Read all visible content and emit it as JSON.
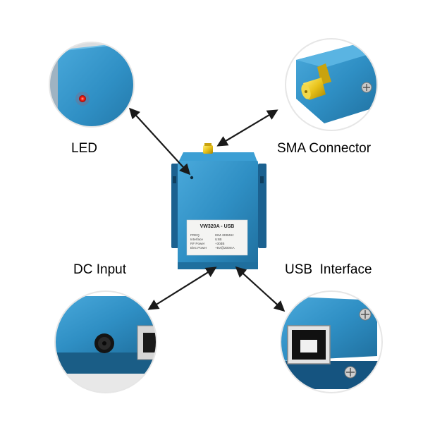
{
  "callouts": {
    "led": "LED",
    "sma": "SMA Connector",
    "dc": "DC Input",
    "usb": "USB  Interface"
  },
  "plate": {
    "title": "VW320A - USB",
    "specs": [
      {
        "key": "FREQ",
        "value": "ISM 433MHz"
      },
      {
        "key": "Interface",
        "value": "USB"
      },
      {
        "key": "RF Power",
        "value": "+30dB"
      },
      {
        "key": "Elec.Power",
        "value": "+5V@200mA"
      }
    ]
  },
  "colors": {
    "enclosure_blue": "#2f8fc4",
    "enclosure_dark": "#1f6f9e",
    "led_red": "#ff2a1a",
    "sma_gold": "#e8c21a",
    "arrow": "#1a1a1a"
  },
  "icons": [
    "led-indicator-icon",
    "sma-connector-icon",
    "dc-jack-icon",
    "usb-b-port-icon",
    "screw-icon"
  ]
}
